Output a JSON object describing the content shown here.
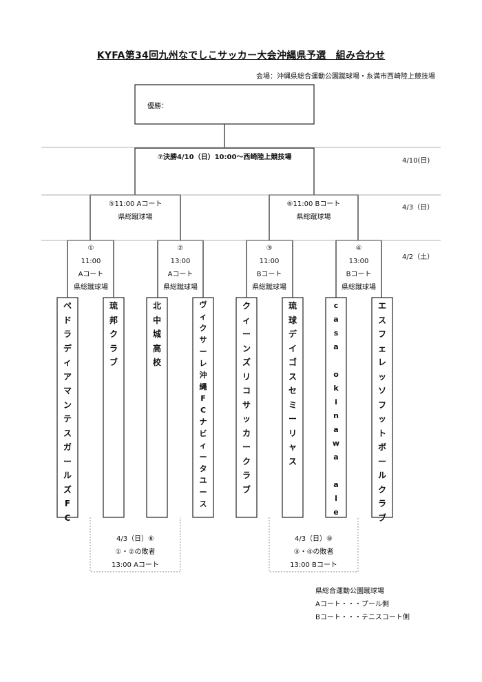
{
  "title": "KYFA第34回九州なでしこサッカー大会沖縄県予選　組み合わせ",
  "venue": "会場：沖縄県総合運動公園蹴球場・糸満市西崎陸上競技場",
  "winner_label": "優勝：",
  "final": {
    "label": "⑦決勝4/10（日）10:00～西崎陸上競技場",
    "date": "4/10(日)"
  },
  "semifinals": {
    "date": "4/3（日）",
    "matches": [
      {
        "line1": "⑤11:00 Aコート",
        "line2": "県総蹴球場"
      },
      {
        "line1": "⑥11:00 Bコート",
        "line2": "県総蹴球場"
      }
    ]
  },
  "first_round": {
    "date": "4/2（土）",
    "matches": [
      {
        "no": "①",
        "time": "11:00",
        "court": "Aコート",
        "place": "県総蹴球場"
      },
      {
        "no": "②",
        "time": "13:00",
        "court": "Aコート",
        "place": "県総蹴球場"
      },
      {
        "no": "③",
        "time": "11:00",
        "court": "Bコート",
        "place": "県総蹴球場"
      },
      {
        "no": "④",
        "time": "13:00",
        "court": "Bコート",
        "place": "県総蹴球場"
      }
    ]
  },
  "teams": [
    "ペドラディアマンテスガールズFC",
    "琉邦クラブ",
    "北中城高校",
    "ヴィクサーレ沖縄FCナビィータユース",
    "クィーンズリコサッカークラブ",
    "琉球デイゴスセミーリャス",
    "casa okinawa ale",
    "エスフェレッソフットボールクラブ"
  ],
  "placement_matches": [
    {
      "line1": "4/3（日）⑧",
      "line2": "①・②の敗者",
      "line3": "13:00 Aコート"
    },
    {
      "line1": "4/3（日）⑨",
      "line2": "③・④の敗者",
      "line3": "13:00 Bコート"
    }
  ],
  "court_notes": {
    "heading": "県総合運動公園蹴球場",
    "a_court": "Aコート・・・プール側",
    "b_court": "Bコート・・・テニスコート側"
  }
}
